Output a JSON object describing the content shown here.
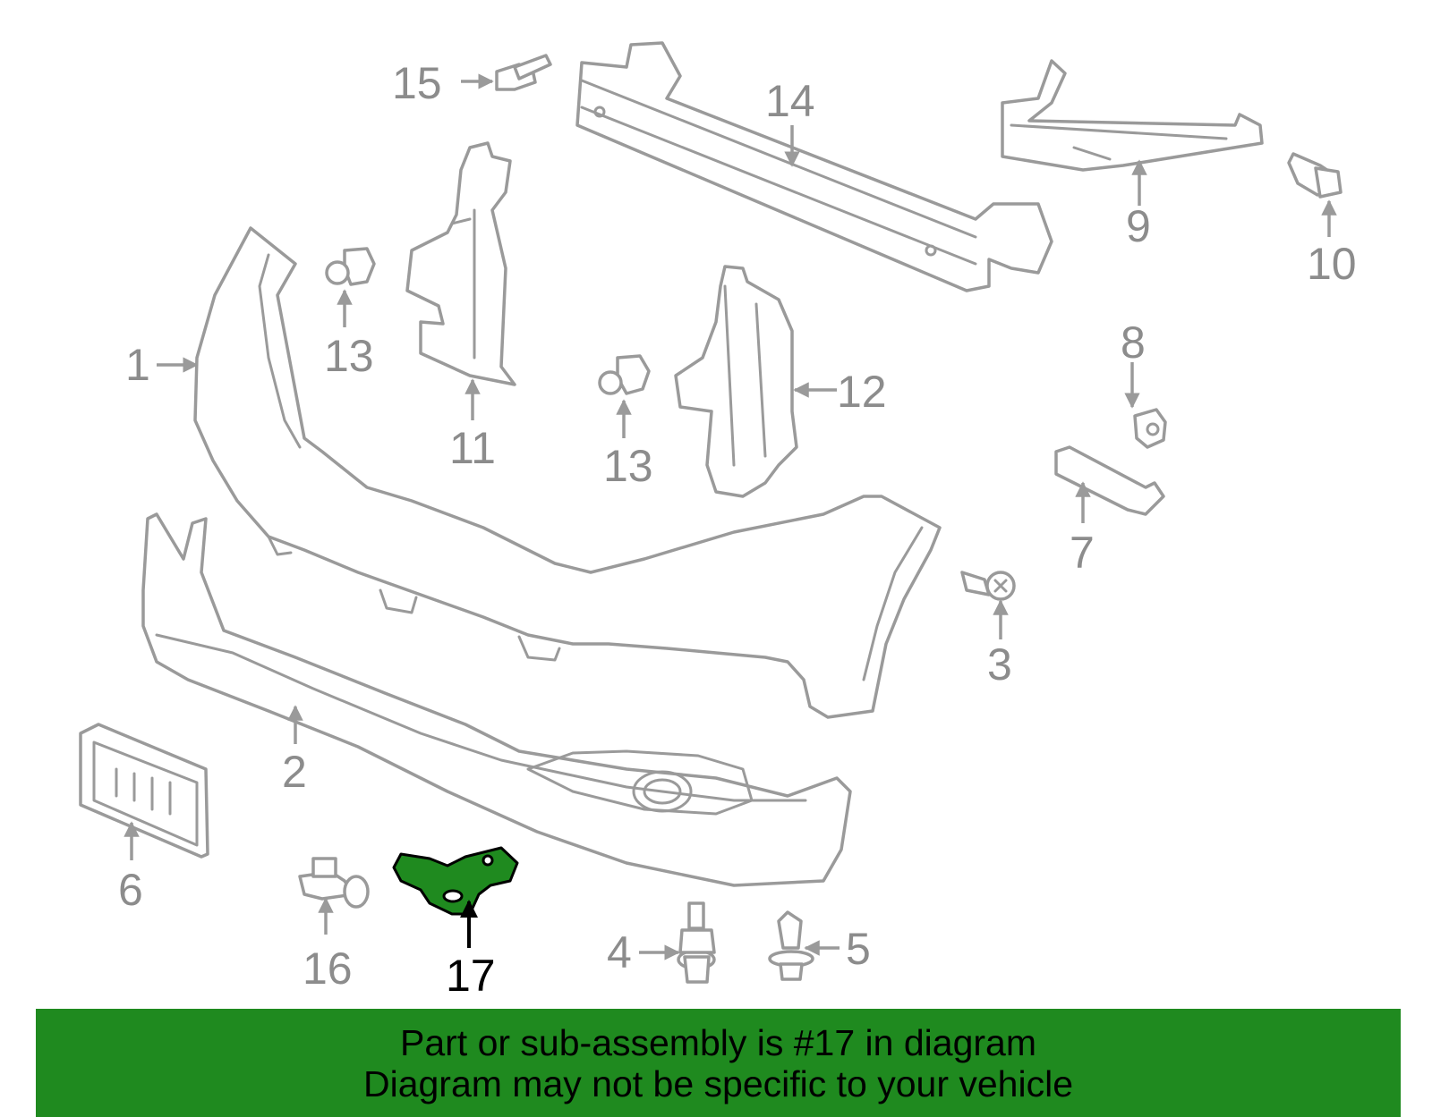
{
  "diagram": {
    "callouts": {
      "c1": "1",
      "c2": "2",
      "c3": "3",
      "c4": "4",
      "c5": "5",
      "c6": "6",
      "c7": "7",
      "c8": "8",
      "c9": "9",
      "c10": "10",
      "c11": "11",
      "c12": "12",
      "c13a": "13",
      "c13b": "13",
      "c14": "14",
      "c15": "15",
      "c16": "16",
      "c17": "17"
    },
    "highlighted_part": "17",
    "colors": {
      "highlight": "#1f8a1f",
      "line_art": "#9a9a9a",
      "banner": "#1f8a1f"
    }
  },
  "banner": {
    "line1": "Part or sub-assembly is #17 in diagram",
    "line2": "Diagram may not be specific to your vehicle"
  }
}
